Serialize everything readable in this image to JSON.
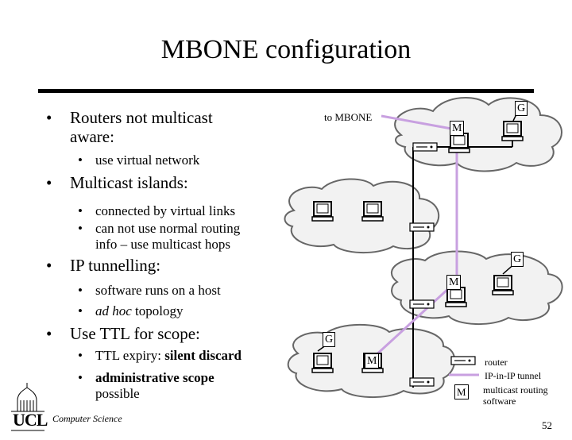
{
  "slide": {
    "title": "MBONE configuration",
    "page_number": "52",
    "footer": "Computer Science",
    "logo_text": "UCL"
  },
  "bullets": {
    "b1_line1": "Routers not multicast",
    "b1_line2": "aware:",
    "b1_sub1": "use virtual network",
    "b2": "Multicast islands:",
    "b2_sub1": "connected by virtual links",
    "b2_sub2_line1": "can not use normal routing",
    "b2_sub2_line2": "info – use multicast hops",
    "b3": "IP tunnelling:",
    "b3_sub1": "software runs on a host",
    "b3_sub2_italic": "ad hoc",
    "b3_sub2_rest": " topology",
    "b4": "Use TTL for scope:",
    "b4_sub1_plain": "TTL expiry: ",
    "b4_sub1_bold": "silent discard",
    "b4_sub2_line1": "administrative scope",
    "b4_sub2_line2": "possible"
  },
  "diagram": {
    "to_mbone": "to MBONE",
    "gateway_label": "G",
    "mrouted_label": "M",
    "legend": {
      "router": "router",
      "tunnel": "IP-in-IP tunnel",
      "software_line1": "multicast routing",
      "software_line2": "software"
    },
    "colors": {
      "tunnel": "#c8a0e0",
      "cloud_fill": "#f2f2f2",
      "cloud_stroke": "#666666"
    }
  }
}
